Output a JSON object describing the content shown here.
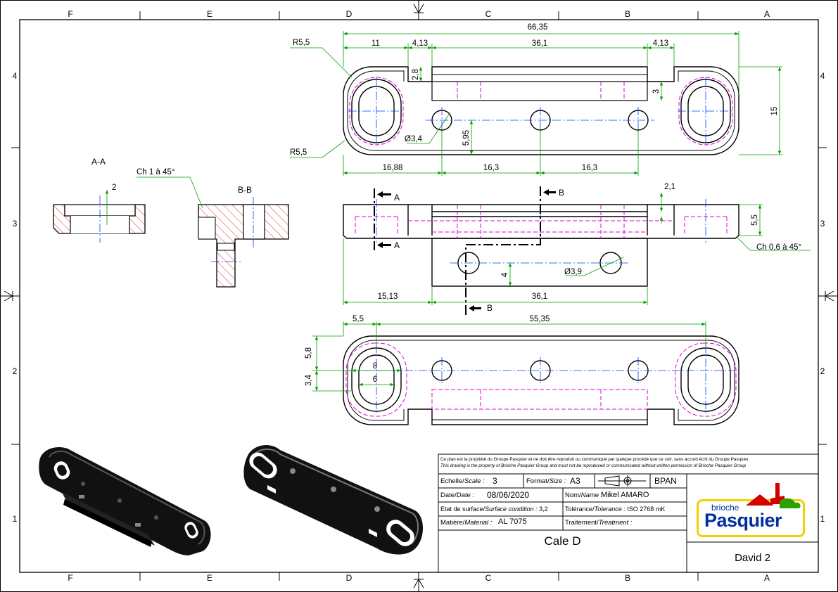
{
  "grid": {
    "columns": [
      "F",
      "E",
      "D",
      "C",
      "B",
      "A"
    ],
    "rows": [
      "4",
      "3",
      "2",
      "1"
    ]
  },
  "views": {
    "section_aa": {
      "label": "A-A",
      "dim_depth": "2"
    },
    "section_bb": {
      "label": "B-B",
      "chamfer": "Ch 1 à 45°"
    },
    "top": {
      "overall": "66,35",
      "left_gap": "11",
      "slot_offset_left": "4,13",
      "slot_length": "36,1",
      "slot_offset_right": "4,13",
      "slot_depth": "2,8",
      "step": "3",
      "height": "15",
      "radius_top": "R5,5",
      "radius_bottom": "R5,5",
      "hole_dia": "Ø3,4",
      "hole_y": "5,95",
      "hole_x1": "16,88",
      "hole_pitch1": "16,3",
      "hole_pitch2": "16,3"
    },
    "front": {
      "cut_a": "A",
      "cut_b": "B",
      "groove": "2,1",
      "thickness": "5,5",
      "chamfer": "Ch 0,6 à 45°",
      "hole_dia": "Ø3,9",
      "hole_y": "4",
      "left": "15,13",
      "length": "36,1"
    },
    "bottom": {
      "edge": "5,5",
      "pitch": "55,35",
      "slot_half": "5,8",
      "slot_lower": "3,4",
      "slot_width_outer": "8",
      "slot_width_inner": "6"
    }
  },
  "title_block": {
    "notice_fr": "Ce plan est la propriété du Groupe Pasquier et ne doit être reproduit ou communiqué par quelque procédé que ce soit, sans accord écrit du Groupe Pasquier",
    "notice_en": "This drawing is the property of Brioche Pasquier Group and must not be reproduced or communicated without written permission of Brioche Pasquier Group",
    "scale_label": "Echelle/",
    "scale_label_en": "Scale :",
    "scale": "3",
    "format_label": "Format/",
    "format_label_en": "Size :",
    "format": "A3",
    "company_code": "BPAN",
    "date_label": "Date/",
    "date_label_en": "Date :",
    "date": "08/06/2020",
    "name_label": "Nom/",
    "name_label_en": "Name :",
    "name": "Mikel AMARO",
    "surface_label": "Etat de surface/",
    "surface_label_en": "Surface condition :",
    "surface": "3,2",
    "tolerance_label": "Tolérance/",
    "tolerance_label_en": "Tolerance :",
    "tolerance": "ISO 2768 mK",
    "material_label": "Matière/",
    "material_label_en": "Material :",
    "material": "AL 7075",
    "treatment_label": "Traitement/",
    "treatment_label_en": "Treatment :",
    "part_name": "Cale D",
    "drawing_ref": "David 2",
    "logo_small": "brioche",
    "logo_big": "Pasquier"
  },
  "colors": {
    "dimension": "#00a000",
    "hidden": "#e000e0",
    "axis": "#0040ff",
    "hatch": "#e00000",
    "outline": "#000000"
  }
}
